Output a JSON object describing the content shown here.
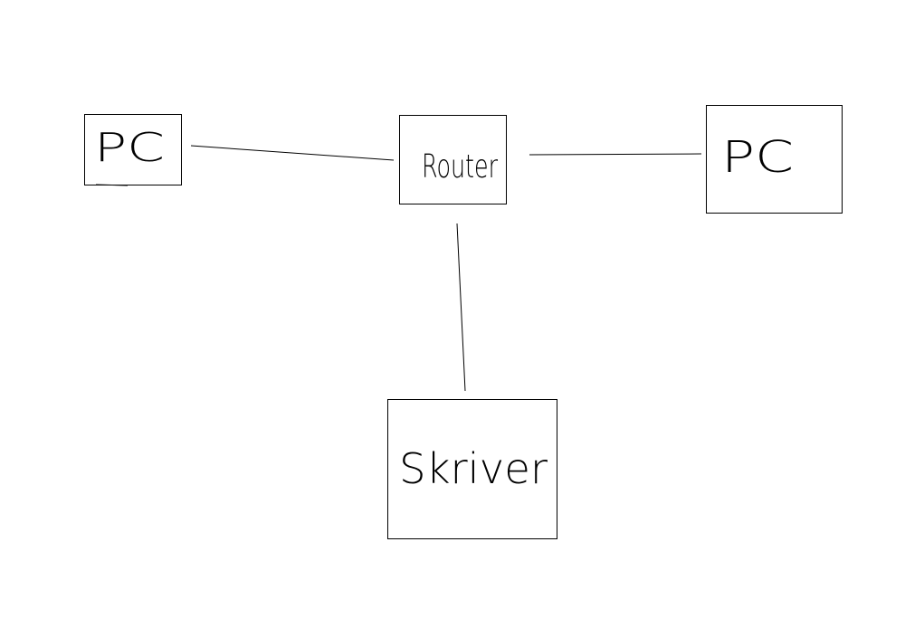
{
  "diagram": {
    "nodes": {
      "pc_left": {
        "label": "PC"
      },
      "router": {
        "label": "Router"
      },
      "pc_right": {
        "label": "PC"
      },
      "printer": {
        "label": "Skriver"
      }
    },
    "edges": [
      {
        "from": "pc_left",
        "to": "router"
      },
      {
        "from": "router",
        "to": "pc_right"
      },
      {
        "from": "router",
        "to": "printer"
      }
    ],
    "colors": {
      "stroke": "#000000",
      "background": "#ffffff"
    }
  }
}
